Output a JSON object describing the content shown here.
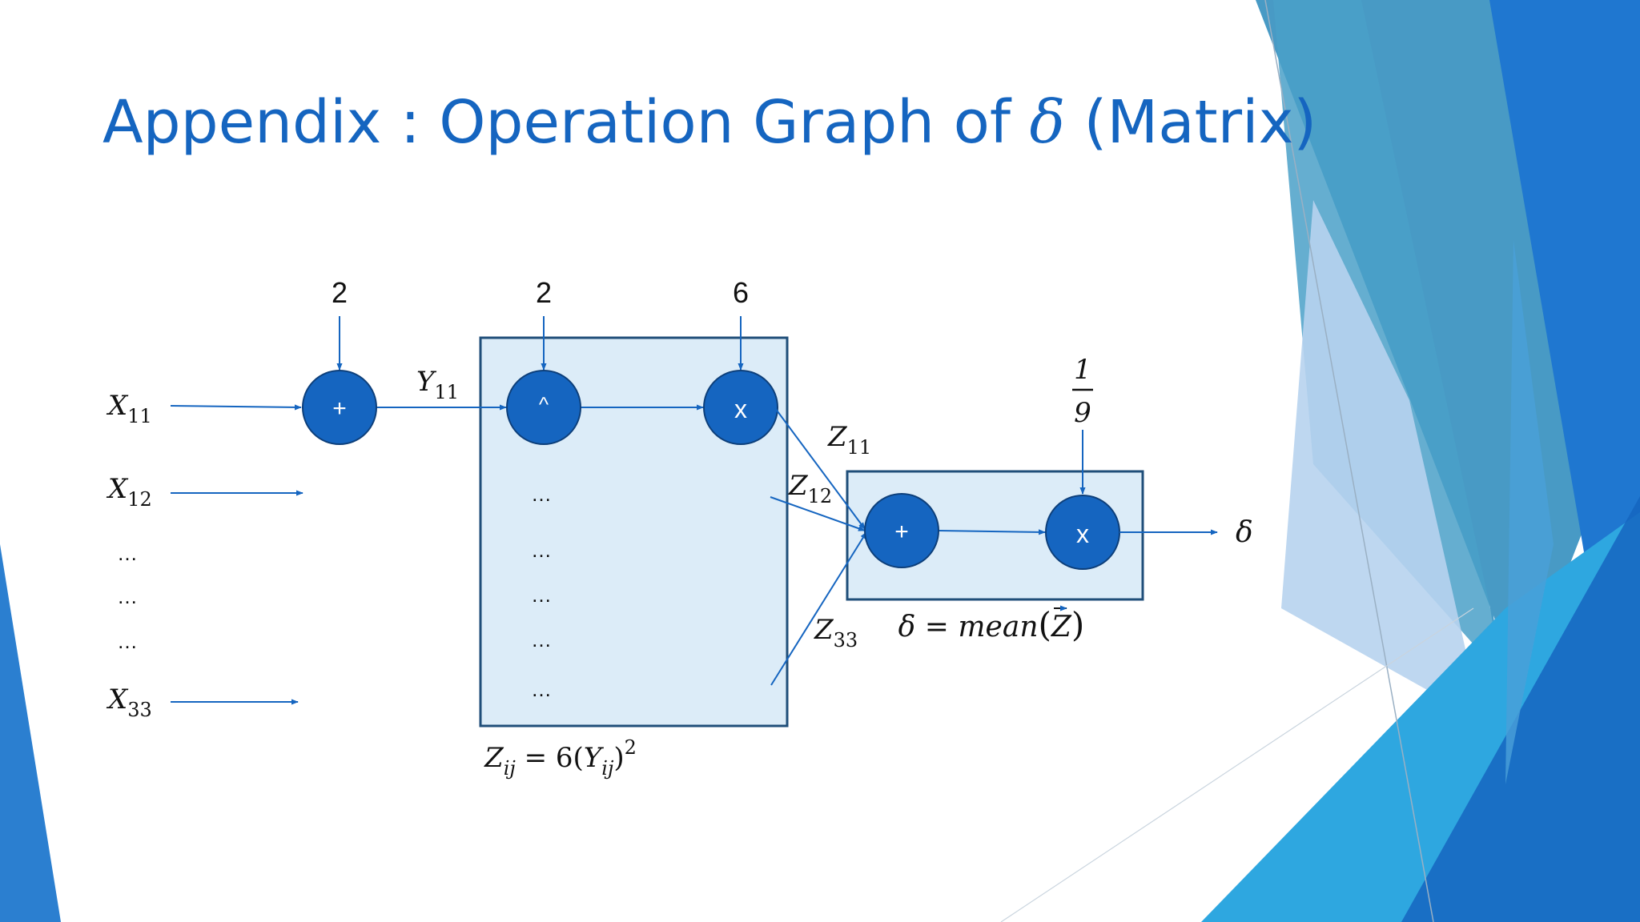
{
  "slide": {
    "title_prefix": "Appendix : Operation Graph of ",
    "title_symbol": "δ",
    "title_suffix": " (Matrix)"
  },
  "inputs": {
    "x11": {
      "base": "X",
      "sub": "11"
    },
    "x12": {
      "base": "X",
      "sub": "12"
    },
    "x33": {
      "base": "X",
      "sub": "33"
    },
    "ellipsis": [
      "…",
      "…",
      "…"
    ]
  },
  "constants": {
    "add_const": "2",
    "pow_const": "2",
    "mul_const": "6",
    "frac_num": "1",
    "frac_den": "9"
  },
  "operators": {
    "add1": "+",
    "pow": "^",
    "mul1": "x",
    "add2": "+",
    "mul2": "x"
  },
  "edges": {
    "y11": {
      "base": "Y",
      "sub": "11"
    },
    "z11": {
      "base": "Z",
      "sub": "11"
    },
    "z12": {
      "base": "Z",
      "sub": "12"
    },
    "z33": {
      "base": "Z",
      "sub": "33"
    }
  },
  "box1": {
    "ellipsis": [
      "…",
      "…",
      "…",
      "…",
      "…"
    ],
    "formula": {
      "z": "Z",
      "zsub": "ij",
      "eq": " = 6(",
      "y": "Y",
      "ysub": "ij",
      "close": ")",
      "sup": "2"
    }
  },
  "box2": {
    "formula": {
      "lhs": "δ",
      "eq": " = ",
      "fn": "mean",
      "open": "(",
      "arg": "Z",
      "close": ")"
    }
  },
  "output": {
    "symbol": "δ"
  },
  "colors": {
    "title": "#1565c0",
    "node_fill": "#1565c0",
    "arrow": "#1565c0",
    "box_fill": "#dcecf8",
    "box_stroke": "#1f4e79"
  }
}
